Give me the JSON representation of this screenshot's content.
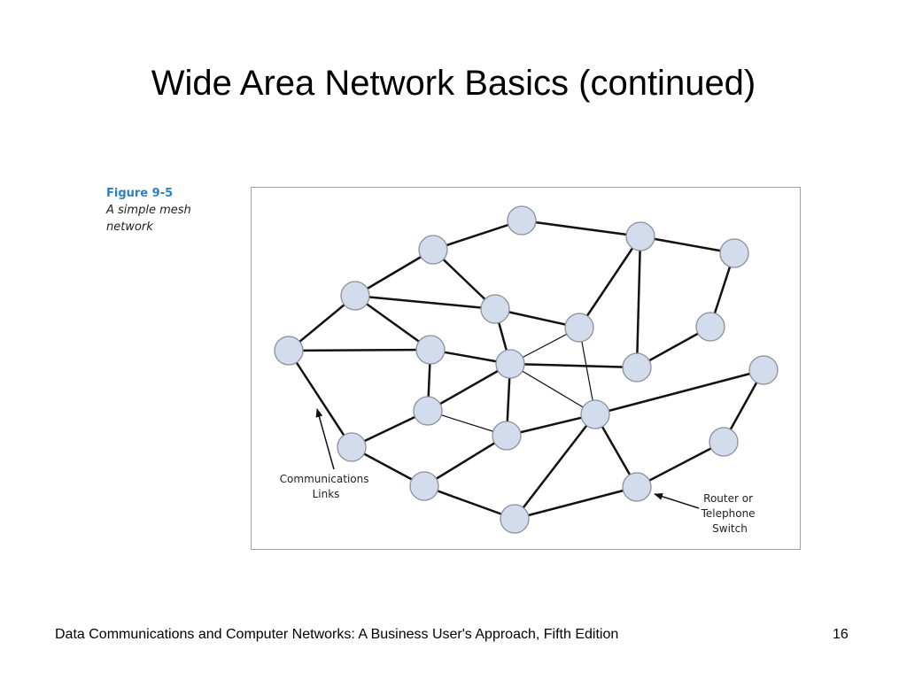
{
  "slide": {
    "title": "Wide Area Network Basics (continued)",
    "footer": "Data Communications and Computer Networks: A Business User's Approach, Fifth Edition",
    "page_number": "16"
  },
  "figure": {
    "number": "Figure 9-5",
    "caption": "A simple mesh network",
    "labels": {
      "links": [
        "Communications",
        "Links"
      ],
      "node": [
        "Router or",
        "Telephone",
        "Switch"
      ]
    }
  },
  "colors": {
    "node_fill": "#d3dcec",
    "node_stroke": "#8a8f98",
    "link": "#111111",
    "caption_accent": "#2f7fbf"
  }
}
